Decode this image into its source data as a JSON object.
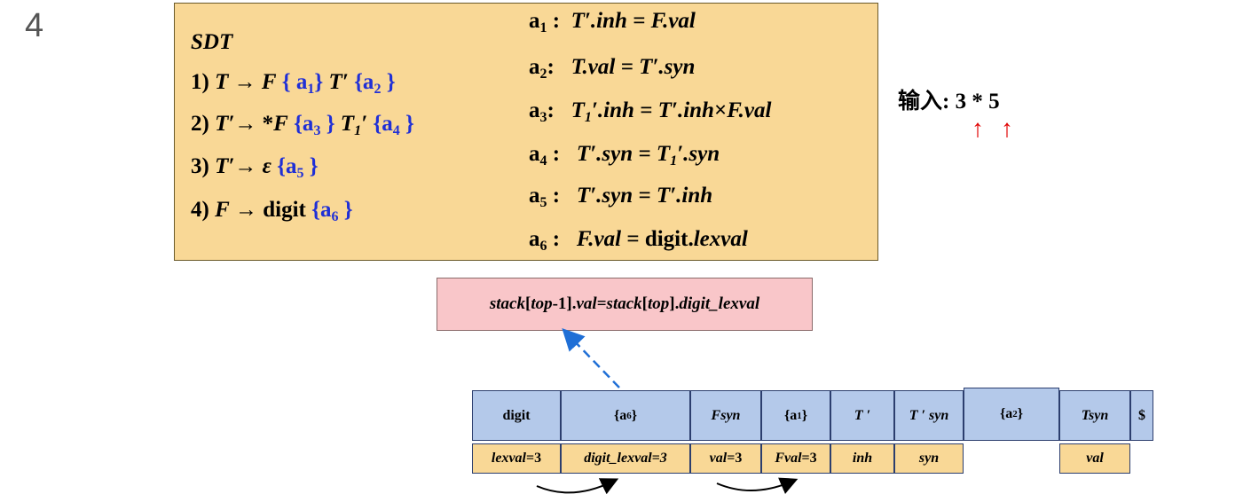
{
  "slide_number": "4",
  "sdt": {
    "title": "SDT",
    "rules": {
      "r1": {
        "num": "1)",
        "lhs": "T",
        "arrow": "→",
        "f": "F",
        "a1": "{ a",
        "a1_sub": "1",
        "a1_close": "}",
        "tp": "T′",
        "a2": "{a",
        "a2_sub": "2",
        "a2_close": " }"
      },
      "r2": {
        "num": "2)",
        "lhs": "T′",
        "arrow": "→",
        "star": " *",
        "f": "F",
        "a3": "{a",
        "a3_sub": "3",
        "a3_close": " }",
        "t1": "T",
        "t1_sub": "1",
        "t1_prime": "′",
        "a4": "{a",
        "a4_sub": "4",
        "a4_close": " }"
      },
      "r3": {
        "num": "3)",
        "lhs": "T′",
        "arrow": "→",
        "eps": "ε",
        "a5": "{a",
        "a5_sub": "5",
        "a5_close": " }"
      },
      "r4": {
        "num": "4)",
        "lhs": "F",
        "arrow": "→",
        "digit": "digit",
        "a6": "{a",
        "a6_sub": "6",
        "a6_close": " }"
      }
    },
    "actions": {
      "a1": {
        "label": "a",
        "sub": "1",
        "colon": " :",
        "expr": "T′.inh = F.val"
      },
      "a2": {
        "label": "a",
        "sub": "2",
        "colon": ":",
        "expr": "T.val = T′.syn"
      },
      "a3": {
        "label": "a",
        "sub": "3",
        "colon": ":",
        "lhs_t": "T",
        "lhs_sub": "1",
        "lhs_rest": "′.inh = T′.inh",
        "times": "×",
        "rhs": "F.val"
      },
      "a4": {
        "label": "a",
        "sub": "4",
        "colon": " :",
        "lhs": "T′.syn = T",
        "t_sub": "1",
        "rest": "′.syn"
      },
      "a5": {
        "label": "a",
        "sub": "5",
        "colon": " :",
        "expr": "T′.syn = T′.inh"
      },
      "a6": {
        "label": "a",
        "sub": "6",
        "colon": " :",
        "lhs": "F.val",
        "eq": " = digit.",
        "rhs": "lexval"
      }
    }
  },
  "input": {
    "label": "输入: ",
    "tokens": "3 * 5",
    "arrows": "↑ ↑"
  },
  "code": {
    "p1": "stack",
    "p2": "[",
    "p3": "top",
    "p4": "-1].",
    "p5": "val",
    "p6": "=",
    "p7": "stack",
    "p8": "[",
    "p9": "top",
    "p10": "].",
    "p11": "digit_lexval"
  },
  "stack": {
    "top_cells": [
      {
        "text": "digit"
      },
      {
        "text": "{a",
        "sub": "6",
        "close": "}"
      },
      {
        "text": "Fsyn"
      },
      {
        "text": "{a",
        "sub": "1",
        "close": "}"
      },
      {
        "text": "T ′"
      },
      {
        "text": "T ′ syn"
      },
      {
        "text": "{a",
        "sub": "2",
        "close": "}"
      },
      {
        "text": "Tsyn"
      },
      {
        "text": "$"
      }
    ],
    "bottom_cells": [
      {
        "a": "lexval",
        "b": "=3"
      },
      {
        "a": "digit_lexval=3",
        "b": ""
      },
      {
        "a": "val",
        "b": "=3"
      },
      {
        "a": "Fval",
        "b": "=3"
      },
      {
        "a": "inh",
        "b": ""
      },
      {
        "a": "syn",
        "b": ""
      },
      {
        "a": "val",
        "b": ""
      }
    ]
  },
  "colors": {
    "sdt_bg": "#f9d896",
    "code_bg": "#f9c6c9",
    "cell_blue": "#b4c9ea",
    "action_blue": "#1f2fd6",
    "dashed_arrow": "#1f6fd6",
    "red_arrow": "#e00000"
  }
}
